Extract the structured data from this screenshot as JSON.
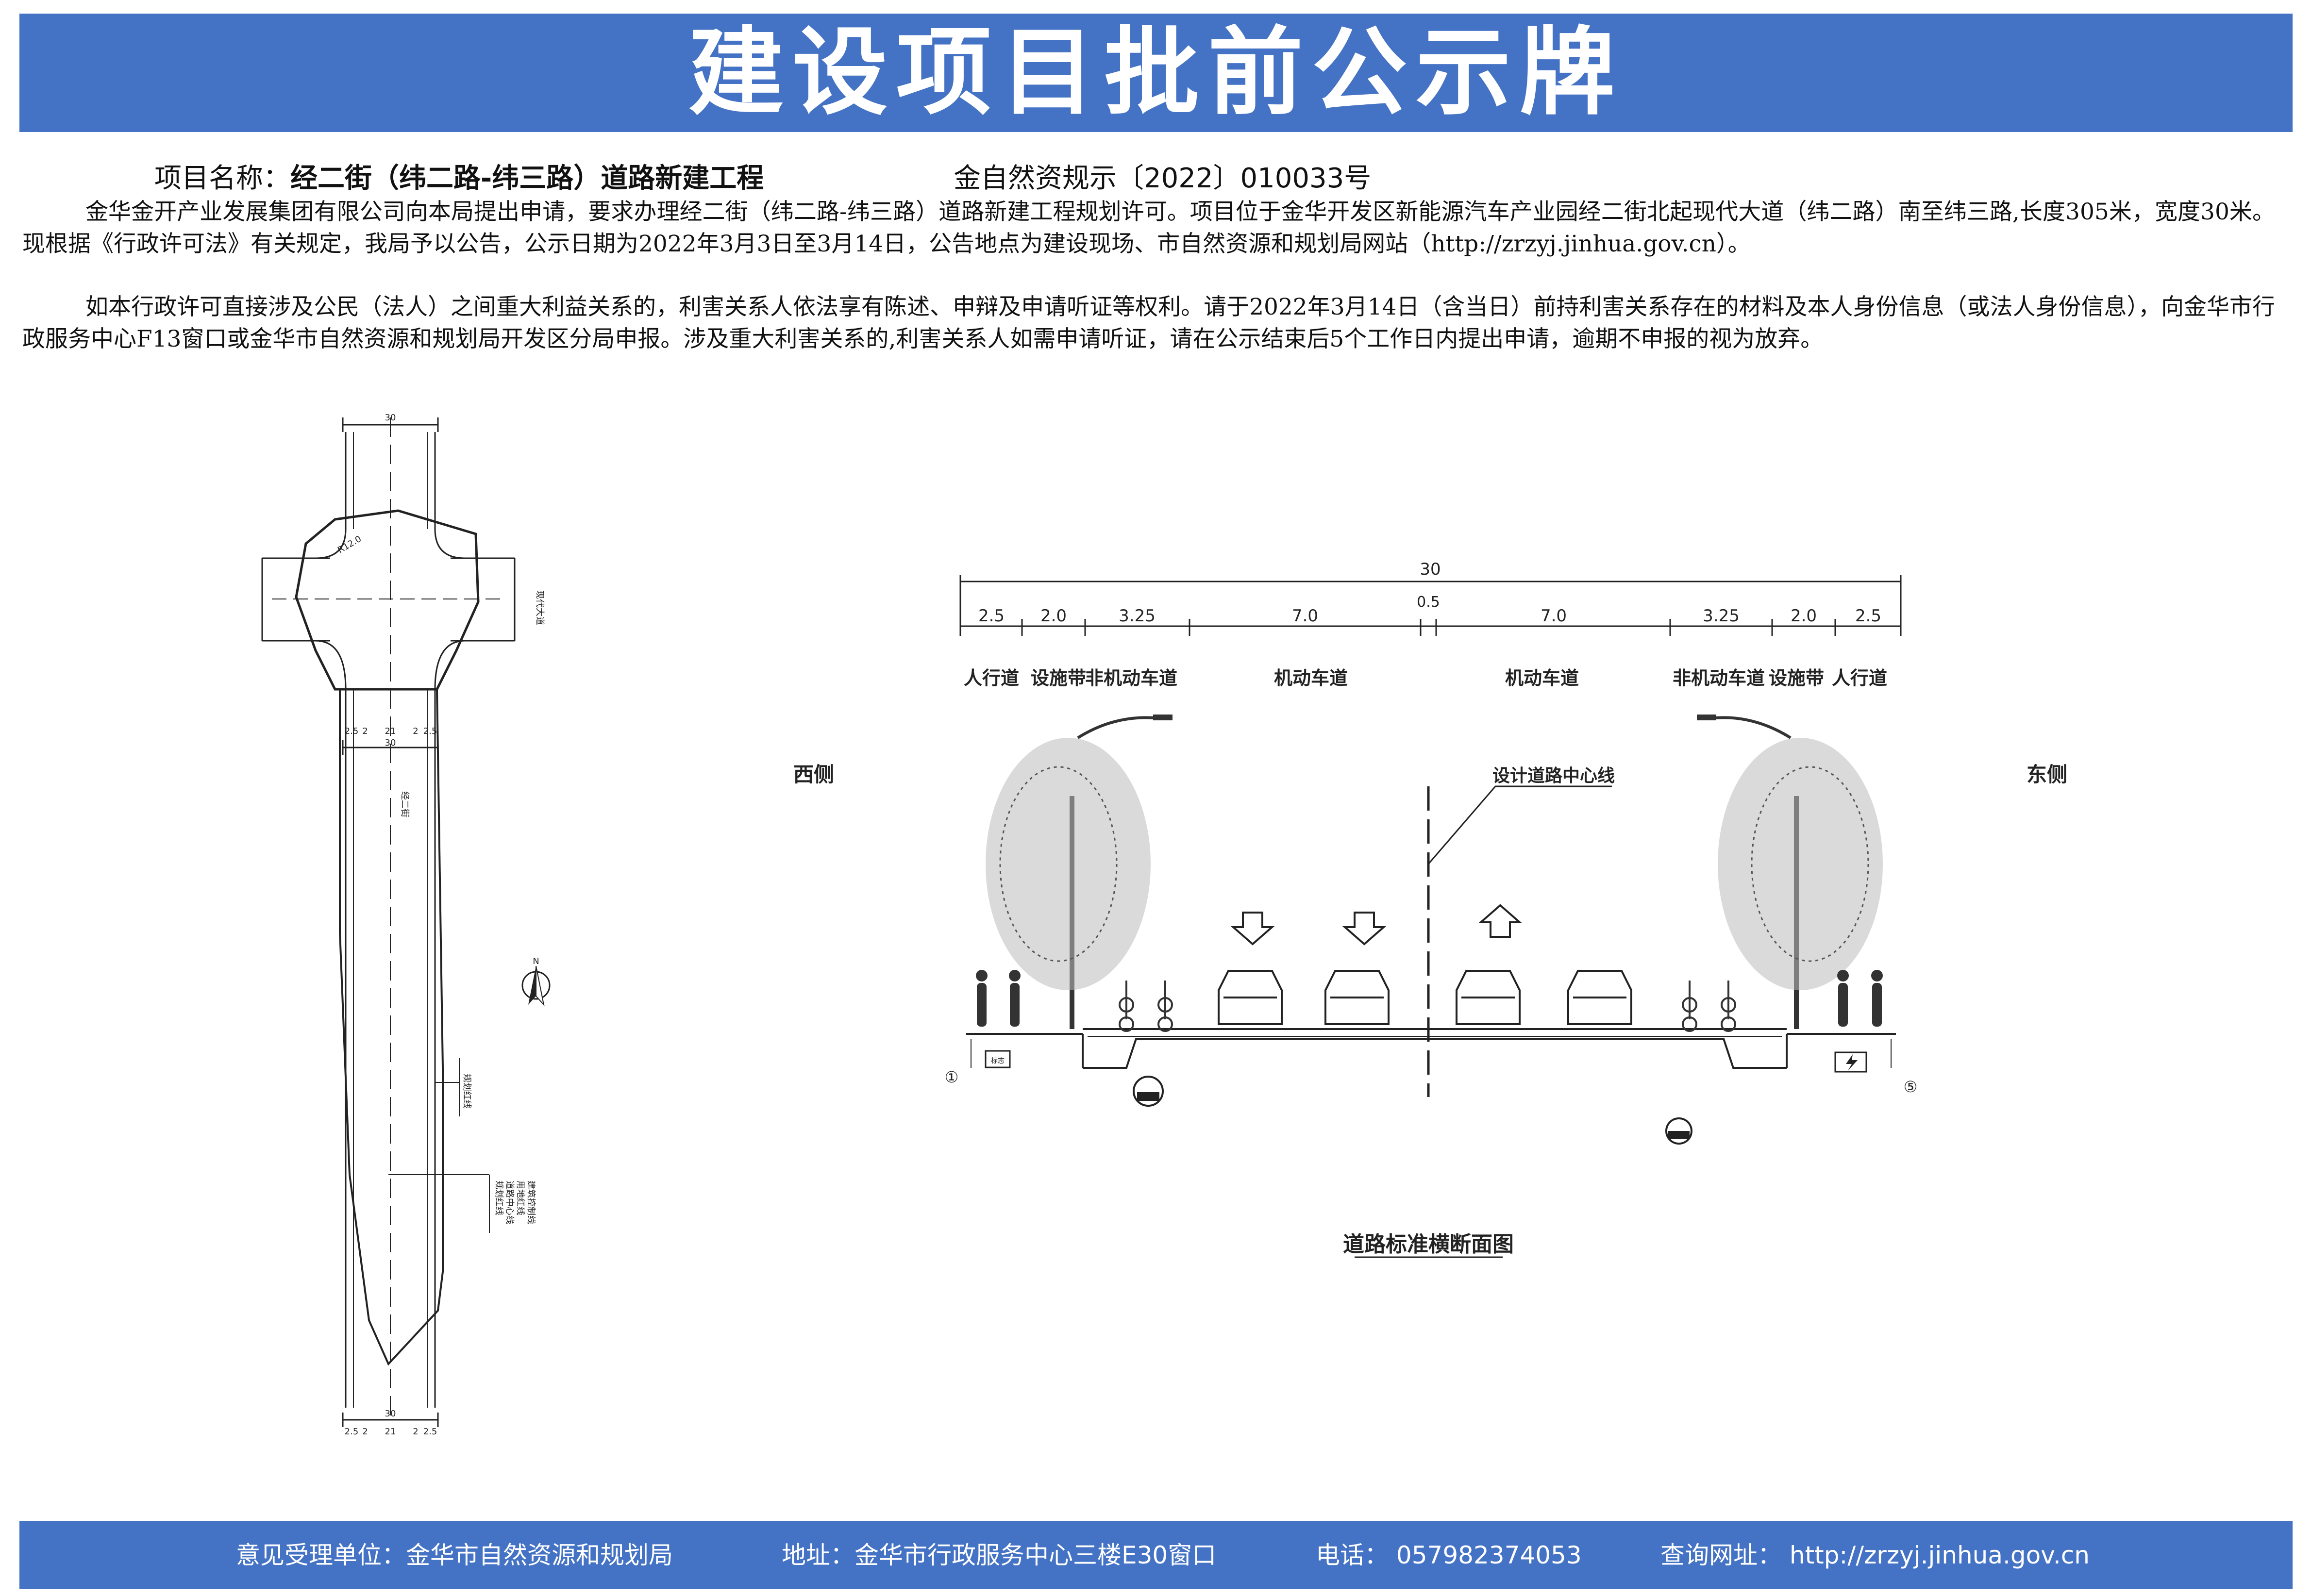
{
  "header": {
    "title": "建设项目批前公示牌"
  },
  "project": {
    "name_label": "项目名称：",
    "name_value": "经二街（纬二路-纬三路）道路新建工程",
    "doc_no": "金自然资规示〔2022〕010033号"
  },
  "paragraphs": {
    "p1": "金华金开产业发展集团有限公司向本局提出申请，要求办理经二街（纬二路-纬三路）道路新建工程规划许可。项目位于金华开发区新能源汽车产业园经二街北起现代大道（纬二路）南至纬三路,长度305米，宽度30米。现根据《行政许可法》有关规定，我局予以公告，公示日期为2022年3月3日至3月14日，公告地点为建设现场、市自然资源和规划局网站（http://zrzyj.jinhua.gov.cn）。",
    "p2": "如本行政许可直接涉及公民（法人）之间重大利益关系的，利害关系人依法享有陈述、申辩及申请听证等权利。请于2022年3月14日（含当日）前持利害关系存在的材料及本人身份信息（或法人身份信息），向金华市行政服务中心F13窗口或金华市自然资源和规划局开发区分局申报。涉及重大利害关系的,利害关系人如需申请听证，请在公示结束后5个工作日内提出申请，逾期不申报的视为放弃。"
  },
  "plan": {
    "width_label": "30",
    "dims": [
      "2.5",
      "2",
      "21",
      "2",
      "2.5"
    ],
    "bottom_width": "30",
    "bottom_dims": [
      "2.5",
      "2",
      "21",
      "2",
      "2.5"
    ],
    "radius_label": "R12.0",
    "road_label": "经二街",
    "cross_road_label": "现代大道",
    "north_label": "N",
    "legend_tag": "规划红线",
    "legend_items": [
      "规划红线",
      "道路中心线",
      "用地红线",
      "建筑控制线"
    ]
  },
  "section": {
    "total_width": "30",
    "center_offset": "0.5",
    "dims": [
      "2.5",
      "2.0",
      "3.25",
      "7.0",
      "7.0",
      "3.25",
      "2.0",
      "2.5"
    ],
    "lanes": [
      "人行道",
      "设施带",
      "非机动车道",
      "机动车道",
      "机动车道",
      "非机动车道",
      "设施带",
      "人行道"
    ],
    "west_label": "西侧",
    "east_label": "东侧",
    "centerline_label": "设计道路中心线",
    "caption": "道路标准横断面图",
    "marker_left": "①",
    "marker_right": "⑤",
    "sign_left": "标志"
  },
  "footer": {
    "unit": "意见受理单位：金华市自然资源和规划局",
    "address": "地址：金华市行政服务中心三楼E30窗口",
    "phone": "电话：  057982374053",
    "website": "查询网址：  http://zrzyj.jinhua.gov.cn"
  },
  "colors": {
    "banner": "#4472C4",
    "text_on_banner": "#FFFFFF"
  }
}
